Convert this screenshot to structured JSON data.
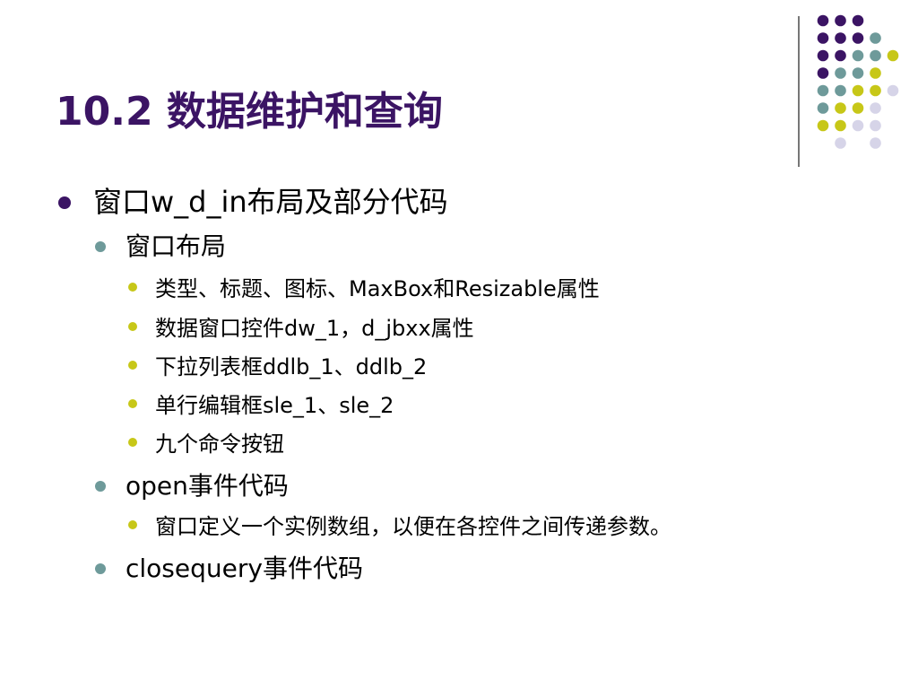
{
  "slide": {
    "title": "10.2 数据维护和查询",
    "items": [
      {
        "level": 1,
        "text": "窗口w_d_in布局及部分代码"
      },
      {
        "level": 2,
        "text": "窗口布局"
      },
      {
        "level": 3,
        "text": "类型、标题、图标、MaxBox和Resizable属性"
      },
      {
        "level": 3,
        "text": "数据窗口控件dw_1，d_jbxx属性"
      },
      {
        "level": 3,
        "text": "下拉列表框ddlb_1、ddlb_2"
      },
      {
        "level": 3,
        "text": "单行编辑框sle_1、sle_2"
      },
      {
        "level": 3,
        "text": "九个命令按钮"
      },
      {
        "level": 2,
        "text": "open事件代码"
      },
      {
        "level": 3,
        "text": "窗口定义一个实例数组，以便在各控件之间传递参数。"
      },
      {
        "level": 2,
        "text": "closequery事件代码"
      }
    ]
  },
  "colors": {
    "title": "#3b1464",
    "bullet_level1": "#3b1464",
    "bullet_level2": "#6e9a9a",
    "bullet_level3": "#c7c718",
    "dot_purple": "#3b1464",
    "dot_teal": "#6e9a9a",
    "dot_yellow": "#c7c718",
    "dot_lavender": "#d6d4e8"
  },
  "decoration": {
    "dot_grid": [
      [
        "purple",
        "purple",
        "purple",
        null,
        null
      ],
      [
        "purple",
        "purple",
        "purple",
        "teal",
        null
      ],
      [
        "purple",
        "purple",
        "teal",
        "teal",
        "yellow"
      ],
      [
        "purple",
        "teal",
        "teal",
        "yellow",
        null
      ],
      [
        "teal",
        "teal",
        "yellow",
        "yellow",
        "lavender"
      ],
      [
        "teal",
        "yellow",
        "yellow",
        "lavender",
        null
      ],
      [
        "yellow",
        "yellow",
        "lavender",
        "lavender",
        null
      ],
      [
        null,
        "lavender",
        null,
        "lavender",
        null
      ]
    ]
  }
}
